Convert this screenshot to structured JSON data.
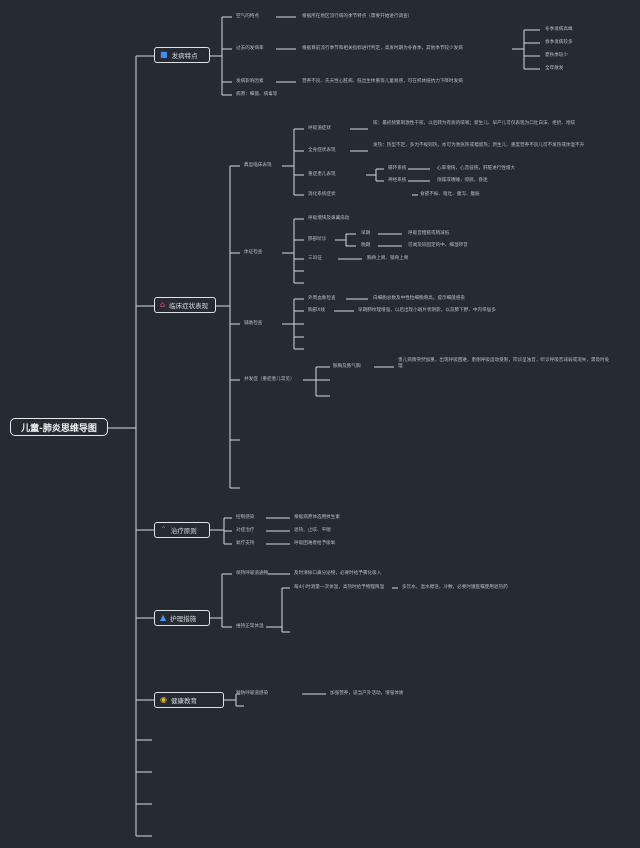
{
  "root": "儿童-肺炎思维导图",
  "branches": {
    "b1": {
      "icon": "flag-icon",
      "label": "发病特点",
      "items": {
        "i1": "空气的特点",
        "i1t": "根据所在地区流行病的季节特点（需要开始进行调查）",
        "i2": "过去的发病率",
        "i2t": "根据目前流行季节和相关指标进行判定，高发时期为冬春季，其他季节较少发病",
        "i2l": [
          "冬季发病高峰",
          "春季发病较多",
          "夏秋季较少",
          "全年散发"
        ],
        "i3": "发病影响因素",
        "i3t": "营养不良、先天性心脏病、低出生体重等儿童易感，可在机体抵抗力下降时发病",
        "i4": "病原：细菌、病毒等"
      }
    },
    "b2": {
      "icon": "home-icon",
      "label": "临床症状表现",
      "items": {
        "g1": "典型临床表现",
        "g1a": "呼吸道症状",
        "g1at": "咳：最初频繁刺激性干咳，以后转为有痰的咳嗽；新生儿、早产儿可仅表现为口吐白沫、拒奶、呛咳",
        "g1b": "全身症状表现",
        "g1bt": "发热：热型不定，多为不规则热，亦可为弛张热或稽留热；新生儿、重度营养不良儿可不发热或体温不升",
        "g1c": "重症患儿表现",
        "g1c1": "循环系统",
        "g1c1t": "心率增快，心音低钝，肝脏进行性增大",
        "g1c2": "神经系统",
        "g1c2t": "烦躁或嗜睡，惊厥，昏迷",
        "g1d": "消化系统症状",
        "g1dt": "食欲不振、呕吐、腹泻、腹胀",
        "g2": "体征检查",
        "g2a": "呼吸增快及鼻翼扇动",
        "g2b": "肺部听诊",
        "g2b1": "早期",
        "g2b1t": "呼吸音粗糙或稍减低",
        "g2b2": "晚期",
        "g2b2t": "可闻及较固定的中、细湿啰音",
        "g2c": "三凹征",
        "g2ct": "胸骨上窝、锁骨上窝",
        "g3": "辅助检查",
        "g3a": "外周血象检查",
        "g3at": "白细胞总数及中性粒细胞增高，提示细菌感染",
        "g3b": "胸部X线",
        "g3bt": "早期肺纹理增强，以后出现小斑片状阴影，以双肺下野、中内带居多",
        "g4": "并发症（重症患儿常见）",
        "g4a": "脓胸及脓气胸",
        "g4at": "患儿病情突然加重，出现呼吸困难，患侧呼吸运动受限，叩诊呈浊音，听诊呼吸音减弱或消失，需及时处理"
      }
    },
    "b3": {
      "icon": "chevron-up-icon",
      "label": "治疗原则",
      "items": {
        "a1": "控制感染",
        "a1t": "根据病原体选用抗生素",
        "a2": "对症治疗",
        "a2t": "退热、止咳、平喘",
        "a3": "氧疗支持",
        "a3t": "呼吸困难者给予吸氧"
      }
    },
    "b4": {
      "icon": "flame-icon",
      "label": "护理措施",
      "items": {
        "c1": "保持呼吸道通畅",
        "c1t": "及时清除口鼻分泌物，必要时给予雾化吸入",
        "c2": "维持正常体温",
        "c2a": "每4小时测量一次体温，高热时给予物理降温",
        "c2at": "多饮水，温水擦浴，冷敷，必要时遵医嘱使用退热药"
      }
    },
    "b5": {
      "icon": "person-icon",
      "label": "健康教育",
      "items": {
        "d1": "预防呼吸道感染",
        "d1t": "加强营养，适当户外活动，增强体质"
      }
    }
  },
  "colors": {
    "background": "#262a33",
    "line": "#d5d8de"
  }
}
